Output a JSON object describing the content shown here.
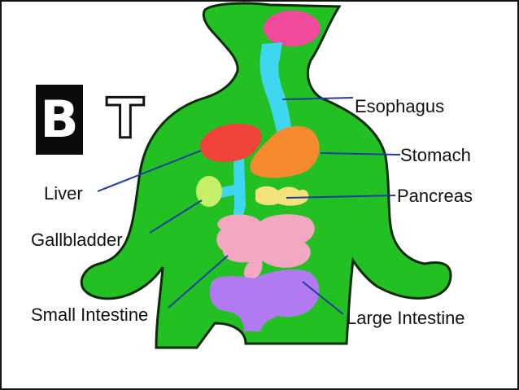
{
  "logo": {
    "letter_b": "B",
    "letter_t": "T"
  },
  "labels": {
    "esophagus": "Esophagus",
    "stomach": "Stomach",
    "pancreas": "Pancreas",
    "liver": "Liver",
    "gallbladder": "Gallbladder",
    "small_intestine": "Small Intestine",
    "large_intestine": "Large Intestine"
  },
  "colors": {
    "body": "#22c022",
    "body_outline": "#0a2a0a",
    "mouth": "#f04a9a",
    "esophagus": "#3fd6f0",
    "liver": "#f0443a",
    "stomach": "#f58a2e",
    "pancreas": "#f4e27a",
    "gallbladder": "#c8ef6a",
    "small_intestine": "#f4a7c0",
    "large_intestine": "#b27af0",
    "leader_line": "#1d3ea0"
  }
}
